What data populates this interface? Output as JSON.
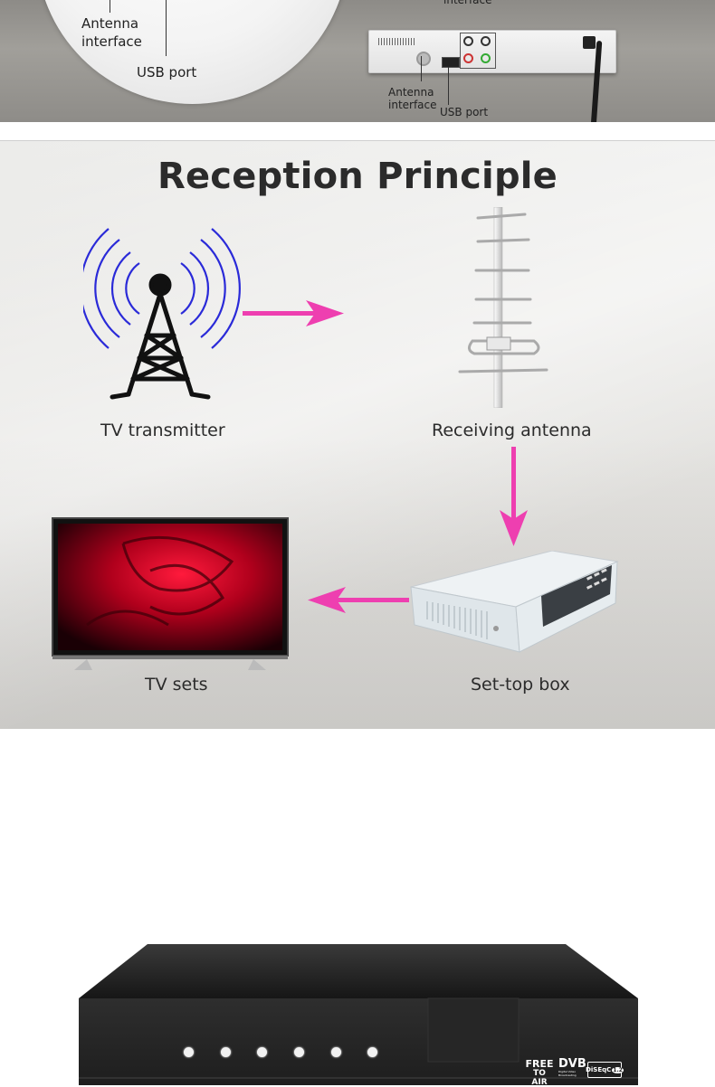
{
  "top_banner": {
    "circle_labels": {
      "antenna_interface": "Antenna\ninterface",
      "usb_port": "USB port"
    },
    "box_labels": {
      "interface_partial": "interface",
      "antenna_interface": "Antenna\ninterface",
      "usb_port": "USB port"
    }
  },
  "principle": {
    "title": "Reception Principle",
    "steps": [
      {
        "label": "TV transmitter",
        "icon": "broadcast-tower-icon"
      },
      {
        "label": "Receiving antenna",
        "icon": "yagi-antenna-icon"
      },
      {
        "label": "Set-top box",
        "icon": "set-top-box-icon"
      },
      {
        "label": "TV sets",
        "icon": "television-icon"
      }
    ],
    "colors": {
      "arrow": "#ee3fb0",
      "signal_waves": "#2a2ad8",
      "tower": "#111111"
    }
  },
  "product": {
    "logos": {
      "fta_line1": "FREE",
      "fta_line2": "TO AIR",
      "dvb": "DVB",
      "dvb_sub": "Digital Video Broadcasting",
      "diseqc": "DiSEqC",
      "diseqc_ver": "1.2"
    }
  }
}
